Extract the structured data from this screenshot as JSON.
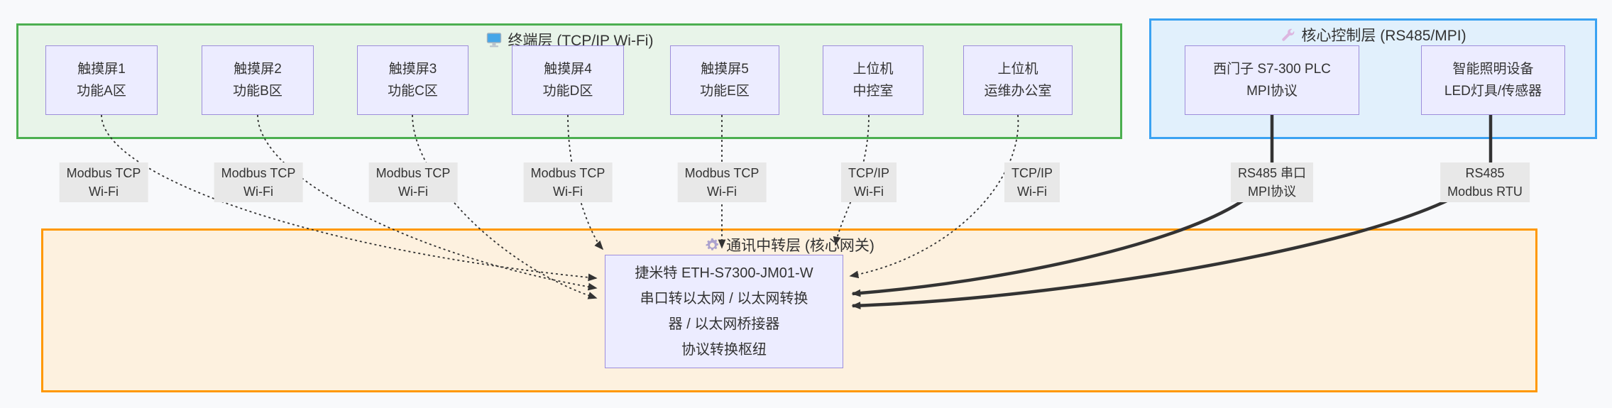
{
  "diagram": {
    "type": "layered-network-flowchart",
    "layers": {
      "terminal": {
        "title": "终端层 (TCP/IP Wi-Fi)",
        "icon": "monitor-icon",
        "border_color": "#4caf50",
        "fill_color": "#e8f4e9"
      },
      "control": {
        "title": "核心控制层 (RS485/MPI)",
        "icon": "wrench-icon",
        "border_color": "#3aa2f2",
        "fill_color": "#e1f0fc"
      },
      "relay": {
        "title": "通讯中转层 (核心网关)",
        "icon": "gear-icon",
        "border_color": "#ff9800",
        "fill_color": "#fdf1df"
      }
    },
    "node_style": {
      "fill": "#ececff",
      "border": "#9d8ddb",
      "text_color": "#333333"
    },
    "edge_style": {
      "color": "#333333",
      "label_bg": "#e8e8e8"
    }
  },
  "terminal_nodes": [
    {
      "line1": "触摸屏1",
      "line2": "功能A区"
    },
    {
      "line1": "触摸屏2",
      "line2": "功能B区"
    },
    {
      "line1": "触摸屏3",
      "line2": "功能C区"
    },
    {
      "line1": "触摸屏4",
      "line2": "功能D区"
    },
    {
      "line1": "触摸屏5",
      "line2": "功能E区"
    },
    {
      "line1": "上位机",
      "line2": "中控室"
    },
    {
      "line1": "上位机",
      "line2": "运维办公室"
    }
  ],
  "control_nodes": [
    {
      "line1": "西门子 S7-300 PLC",
      "line2": "MPI协议"
    },
    {
      "line1": "智能照明设备",
      "line2": "LED灯具/传感器"
    }
  ],
  "gateway_node": {
    "line1": "捷米特 ETH-S7300-JM01-W",
    "line2": "串口转以太网 / 以太网转换",
    "line3": "器 / 以太网桥接器",
    "line4": "协议转换枢纽"
  },
  "edge_labels": [
    {
      "line1": "Modbus TCP",
      "line2": "Wi-Fi"
    },
    {
      "line1": "Modbus TCP",
      "line2": "Wi-Fi"
    },
    {
      "line1": "Modbus TCP",
      "line2": "Wi-Fi"
    },
    {
      "line1": "Modbus TCP",
      "line2": "Wi-Fi"
    },
    {
      "line1": "Modbus TCP",
      "line2": "Wi-Fi"
    },
    {
      "line1": "TCP/IP",
      "line2": "Wi-Fi"
    },
    {
      "line1": "TCP/IP",
      "line2": "Wi-Fi"
    },
    {
      "line1": "RS485 串口",
      "line2": "MPI协议"
    },
    {
      "line1": "RS485",
      "line2": "Modbus RTU"
    }
  ]
}
